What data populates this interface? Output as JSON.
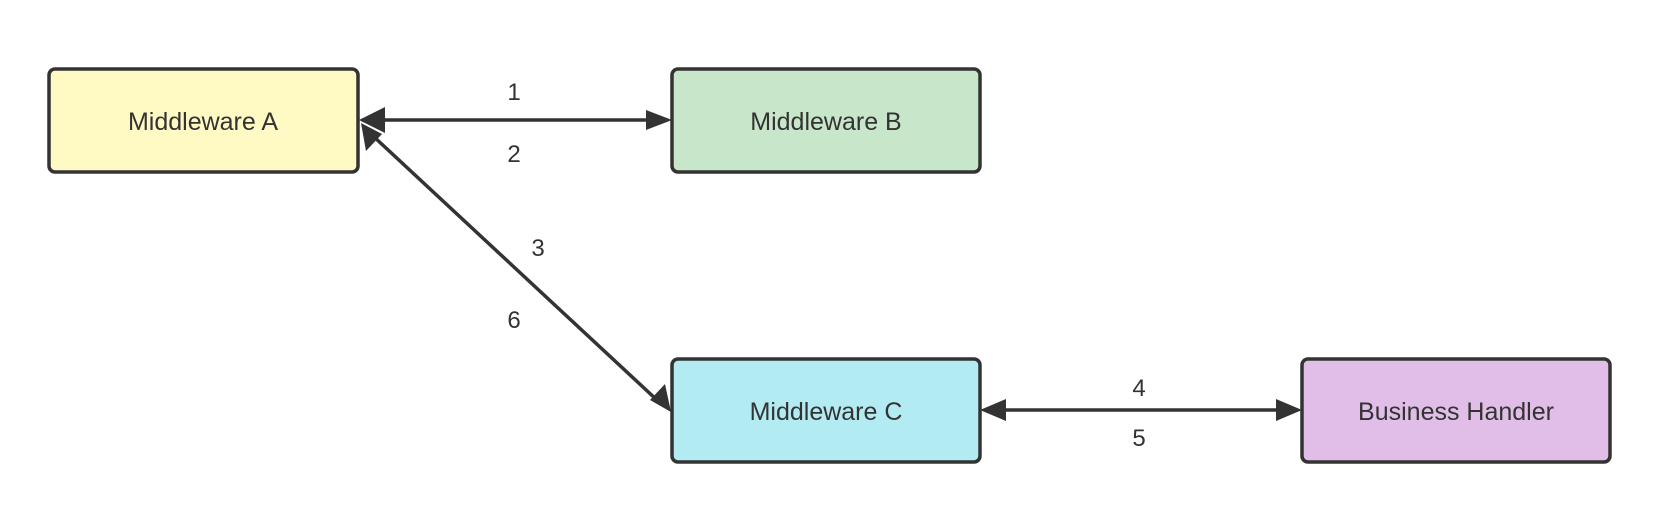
{
  "diagram": {
    "nodes": [
      {
        "id": "a",
        "label": "Middleware A",
        "fill": "#FFF9C4"
      },
      {
        "id": "b",
        "label": "Middleware B",
        "fill": "#C8E6C9"
      },
      {
        "id": "c",
        "label": "Middleware C",
        "fill": "#B2EBF2"
      },
      {
        "id": "handler",
        "label": "Business Handler",
        "fill": "#E1BEE7"
      }
    ],
    "edges": [
      {
        "from": "a",
        "to": "b",
        "labels": [
          "1",
          "2"
        ]
      },
      {
        "from": "a",
        "to": "c",
        "labels": [
          "3",
          "6"
        ]
      },
      {
        "from": "c",
        "to": "handler",
        "labels": [
          "4",
          "5"
        ]
      }
    ],
    "stroke_color": "#333333"
  }
}
